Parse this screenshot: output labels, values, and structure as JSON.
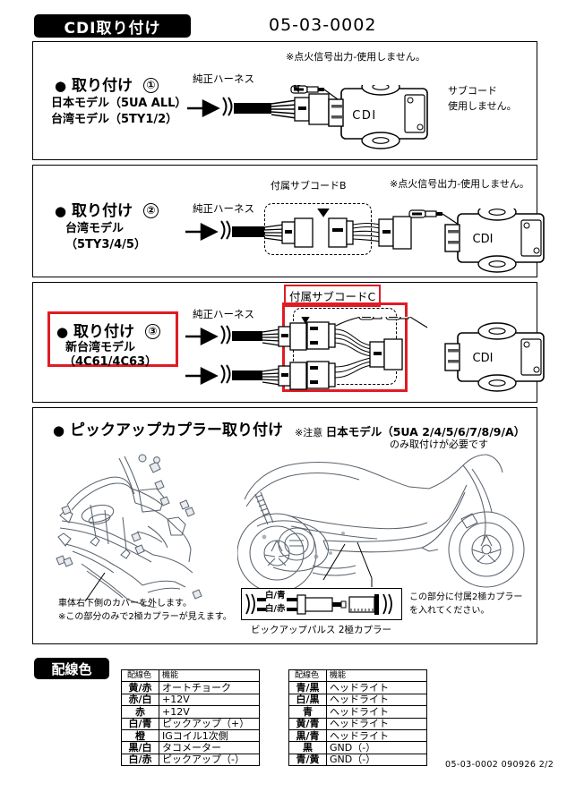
{
  "header": {
    "title": "CDI取り付け",
    "doc_code": "05-03-0002"
  },
  "sections": [
    {
      "id": "install-1",
      "heading": "取り付け",
      "number": "①",
      "models": [
        "日本モデル（5UA ALL）",
        "台湾モデル（5TY1/2）"
      ],
      "harness_label": "純正ハーネス",
      "ignition_note": "※点火信号出力-使用しません。",
      "subcord_note_line1": "サブコード",
      "subcord_note_line2": "使用しません。",
      "cdi_label": "CDI"
    },
    {
      "id": "install-2",
      "heading": "取り付け",
      "number": "②",
      "models": [
        "台湾モデル",
        "（5TY3/4/5）"
      ],
      "harness_label": "純正ハーネス",
      "subcord_label": "付属サブコードB",
      "ignition_note": "※点火信号出力-使用しません。",
      "cdi_label": "CDI"
    },
    {
      "id": "install-3",
      "heading": "取り付け",
      "number": "③",
      "models": [
        "新台湾モデル",
        "（4C61/4C63）"
      ],
      "harness_label": "純正ハーネス",
      "subcord_label": "付属サブコードC",
      "cdi_label": "CDI"
    }
  ],
  "pickup_section": {
    "heading": "ピックアップカプラー取り付け",
    "attention_mark": "※注意",
    "attention_bold": "日本モデル（5UA 2/4/5/6/7/8/9/A）",
    "attention_sub": "のみ取付けが必要です",
    "frame_caption_line1": "車体右下側のカバーを外します。",
    "frame_caption_line2": "※この部分のみで2極カプラーが見えます。",
    "connector_wire_top": "白/青",
    "connector_wire_bottom": "白/赤",
    "connector_caption": "ビックアップパルス 2極カプラー",
    "insert_note_line1": "この部分に付属2極カプラー",
    "insert_note_line2": "を入れてください。"
  },
  "wiring": {
    "badge": "配線色",
    "headers": [
      "配線色",
      "機能"
    ],
    "left_rows": [
      [
        "黄/赤",
        "オートチョーク"
      ],
      [
        "赤/白",
        "+12V"
      ],
      [
        "赤",
        "+12V"
      ],
      [
        "白/青",
        "ピックアップ（+）"
      ],
      [
        "橙",
        "IGコイル1次側"
      ],
      [
        "黒/白",
        "タコメーター"
      ],
      [
        "白/赤",
        "ピックアップ（-）"
      ]
    ],
    "right_rows": [
      [
        "青/黒",
        "ヘッドライト"
      ],
      [
        "白/黒",
        "ヘッドライト"
      ],
      [
        "青",
        "ヘッドライト"
      ],
      [
        "黄/青",
        "ヘッドライト"
      ],
      [
        "黒/青",
        "ヘッドライト"
      ],
      [
        "黒",
        "GND（-）"
      ],
      [
        "青/黄",
        "GND（-）"
      ]
    ]
  },
  "footer": "05-03-0002  090926  2/2",
  "colors": {
    "accent_red": "#e01b24",
    "ink": "#000000",
    "line_art": "#555f6b"
  }
}
